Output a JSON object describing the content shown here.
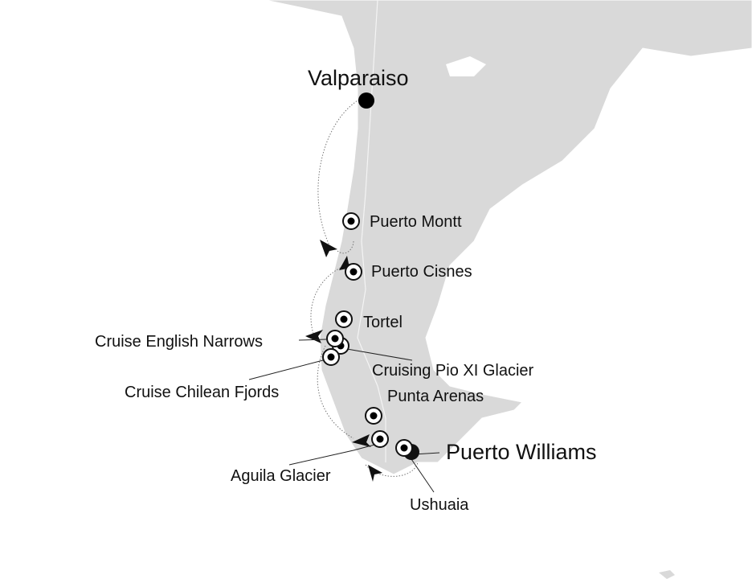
{
  "map": {
    "land_color": "#d9d9d9",
    "route_color": "#777777",
    "ports": [
      {
        "name": "Valparaiso",
        "type": "start"
      },
      {
        "name": "Puerto Montt",
        "type": "port"
      },
      {
        "name": "Puerto Cisnes",
        "type": "port"
      },
      {
        "name": "Tortel",
        "type": "port"
      },
      {
        "name": "Cruise English Narrows",
        "type": "scenic"
      },
      {
        "name": "Cruising Pio XI Glacier",
        "type": "scenic"
      },
      {
        "name": "Cruise Chilean Fjords",
        "type": "scenic"
      },
      {
        "name": "Punta Arenas",
        "type": "port"
      },
      {
        "name": "Aguila Glacier",
        "type": "port"
      },
      {
        "name": "Puerto Williams",
        "type": "end"
      },
      {
        "name": "Ushuaia",
        "type": "port"
      }
    ]
  }
}
